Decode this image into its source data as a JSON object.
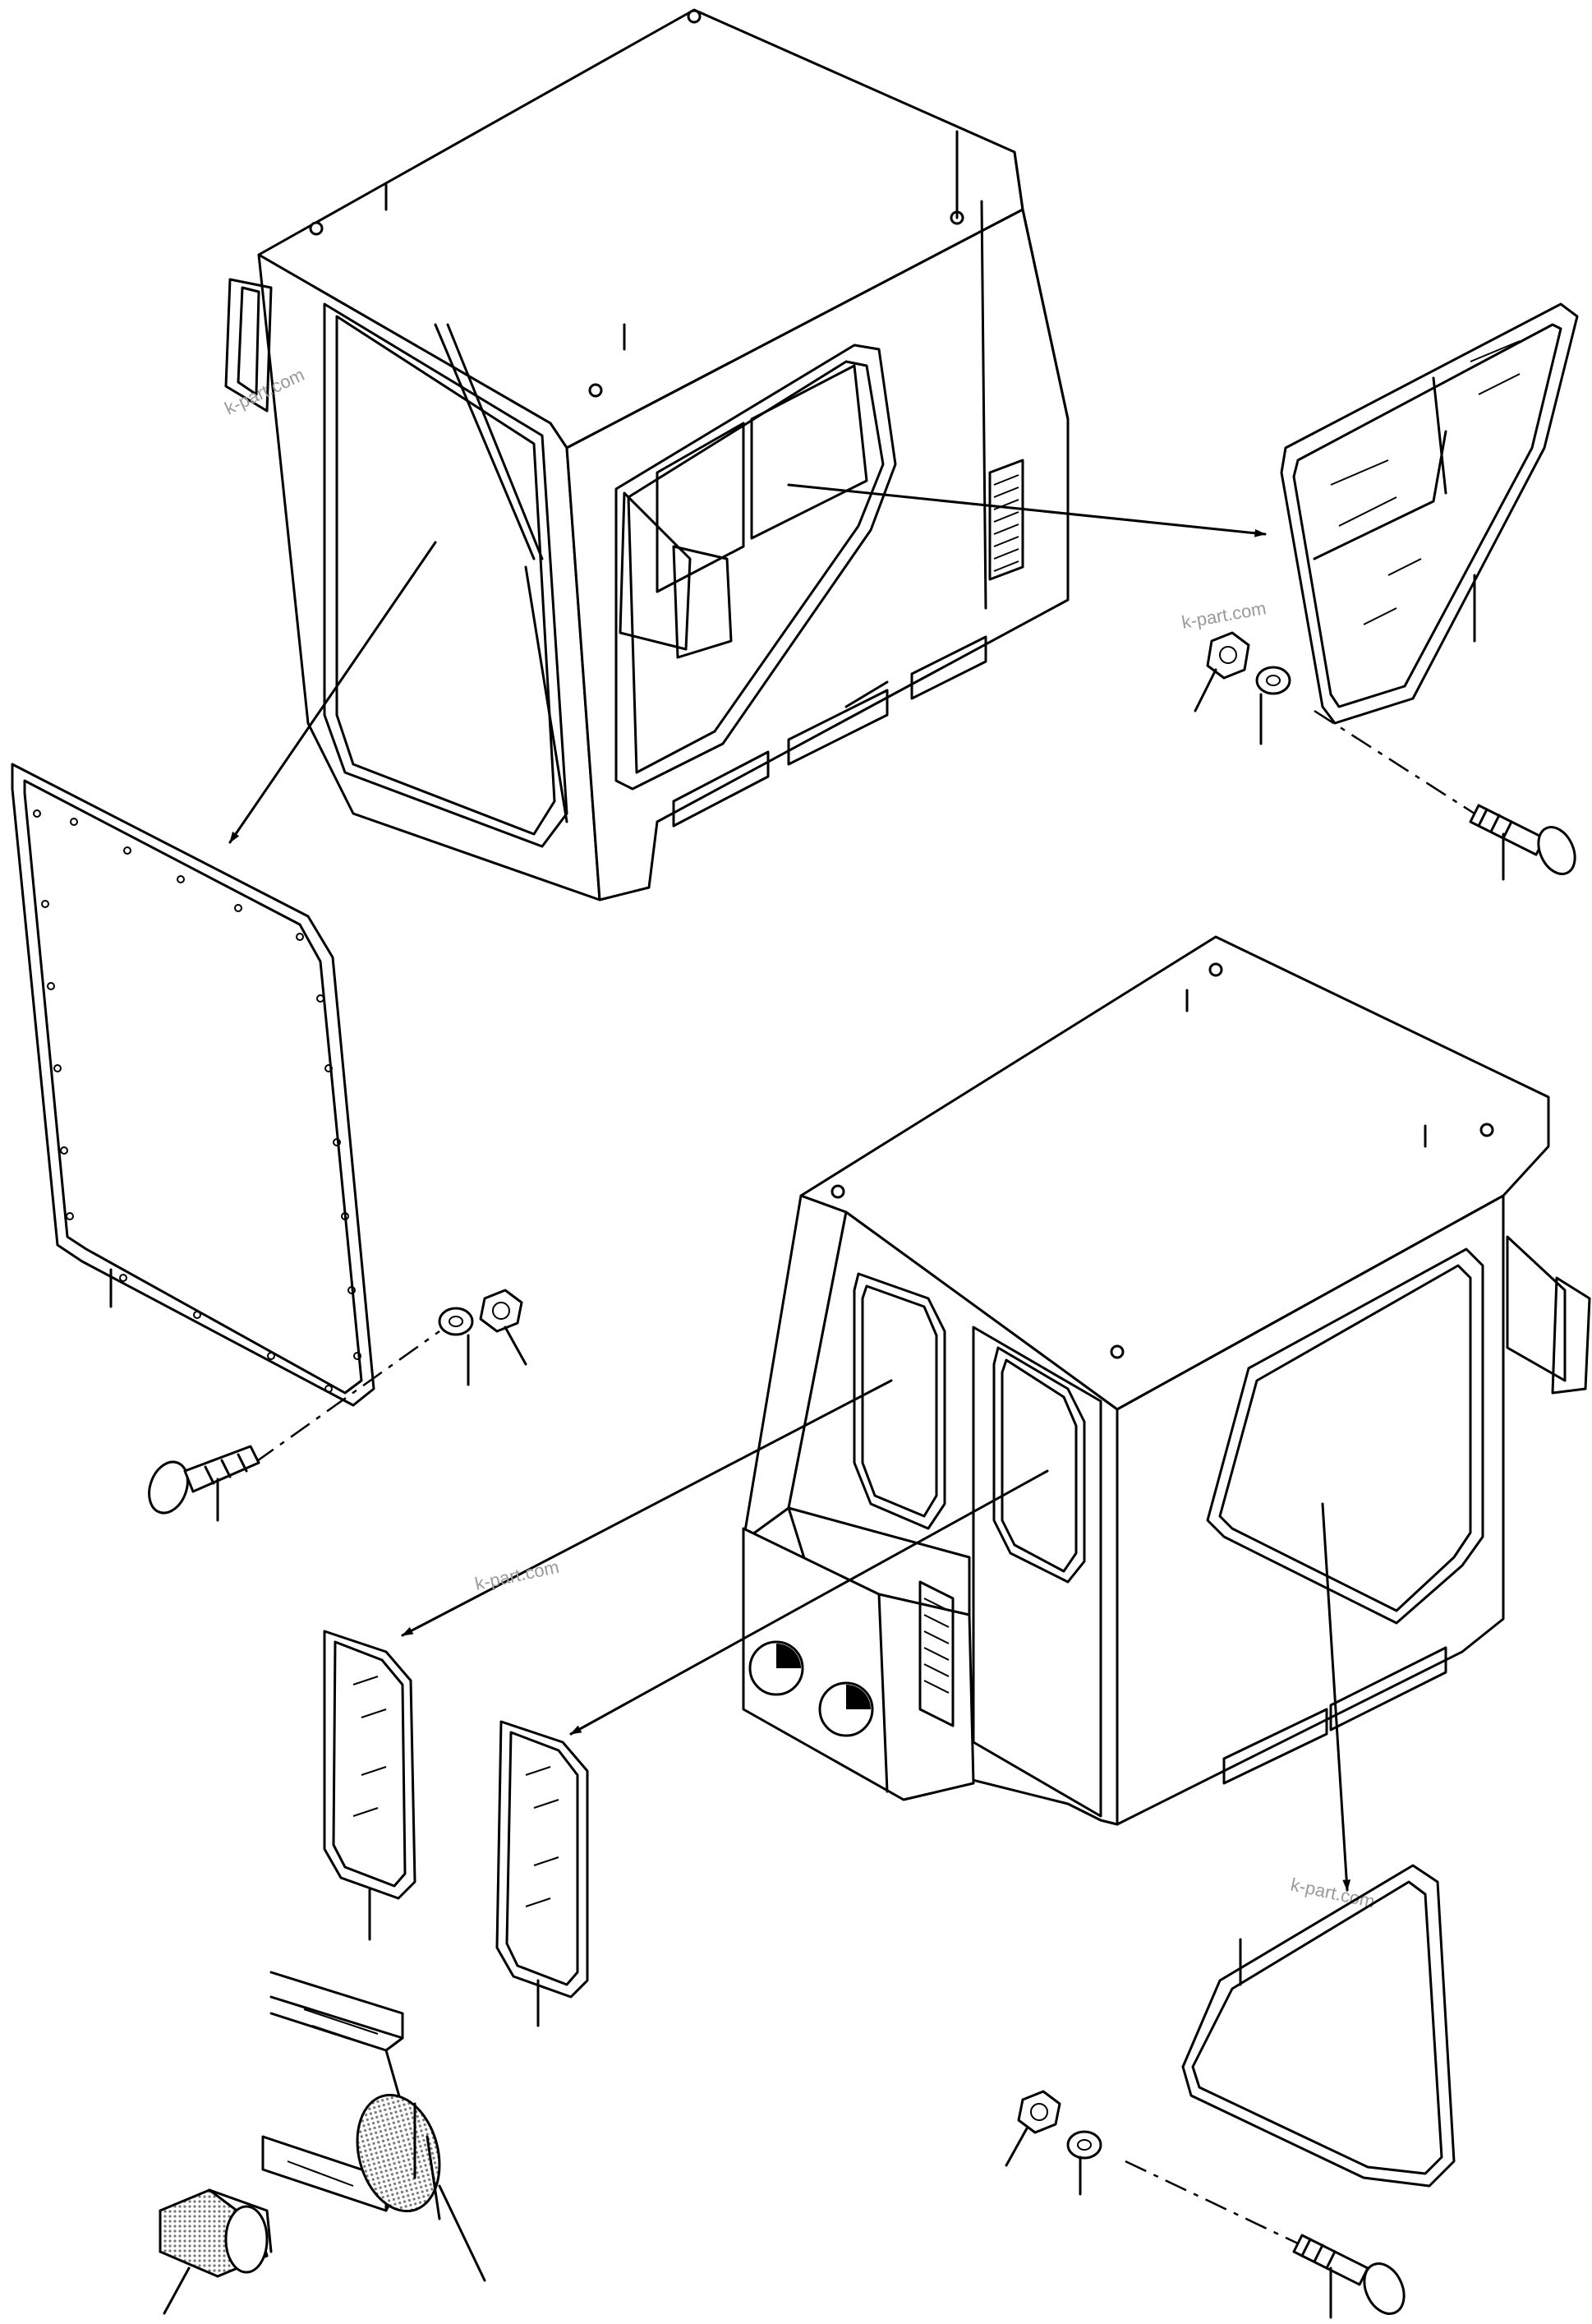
{
  "watermarks": {
    "top_left_cab": "k-part.com",
    "right_window": "k-part.com",
    "left_glass": "k-part.com",
    "bottom_right": "k-part.com"
  },
  "colors": {
    "line": "#000000",
    "background": "#ffffff",
    "watermark": "#9a9a9a",
    "shading": "#9a9a9a"
  }
}
